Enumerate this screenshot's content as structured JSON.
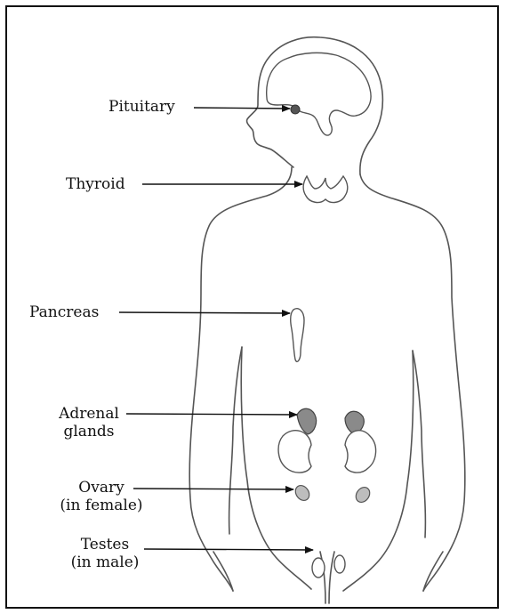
{
  "labels": {
    "pituitary": "Pituitary",
    "thyroid": "Thyroid",
    "pancreas": "Pancreas",
    "adrenal_line1": "Adrenal",
    "adrenal_line2": "glands",
    "ovary_line1": "Ovary",
    "ovary_line2": "(in female)",
    "testes_line1": "Testes",
    "testes_line2": "(in male)"
  },
  "colors": {
    "outline": "#555555",
    "gland_fill": "#8a8a8a",
    "pale_fill": "#ffffff",
    "line": "#111111"
  },
  "icons": [
    "arrow-right-icon"
  ]
}
